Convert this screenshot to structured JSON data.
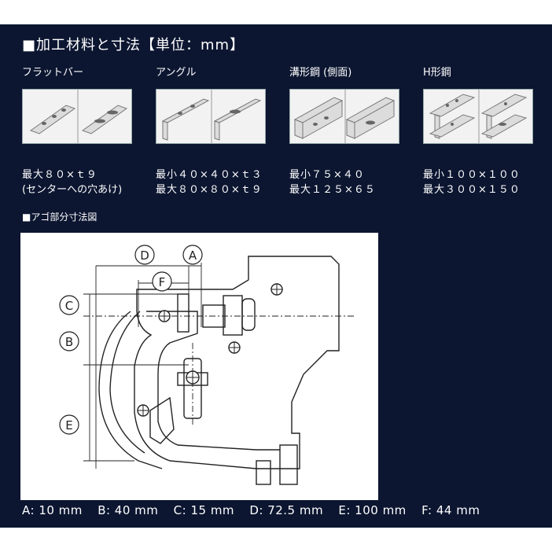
{
  "header": {
    "title": "■加工材料と寸法【単位：mm】"
  },
  "materials": [
    {
      "name": "フラットバー",
      "spec1": "最大８０×ｔ９",
      "spec2": "(センターへの穴あけ)",
      "image": "flat-bar"
    },
    {
      "name": "アングル",
      "spec1": "最小４０×４０×ｔ３",
      "spec2": "最大８０×８０×ｔ９",
      "image": "angle"
    },
    {
      "name": "溝形鋼 (側面)",
      "spec1": "最小７５×４０",
      "spec2": "最大１２５×６５",
      "image": "channel"
    },
    {
      "name": "H形鋼",
      "spec1": "最小１００×１００",
      "spec2": "最大３００×１５０",
      "image": "h-beam"
    }
  ],
  "diagram": {
    "title": "■アゴ部分寸法図",
    "labels": {
      "a": "A",
      "b": "B",
      "c": "C",
      "d": "D",
      "e": "E",
      "f": "F"
    }
  },
  "dimensions": [
    "A: 10 mm",
    "B: 40 mm",
    "C: 15 mm",
    "D: 72.5 mm",
    "E: 100 mm",
    "F: 44 mm"
  ]
}
